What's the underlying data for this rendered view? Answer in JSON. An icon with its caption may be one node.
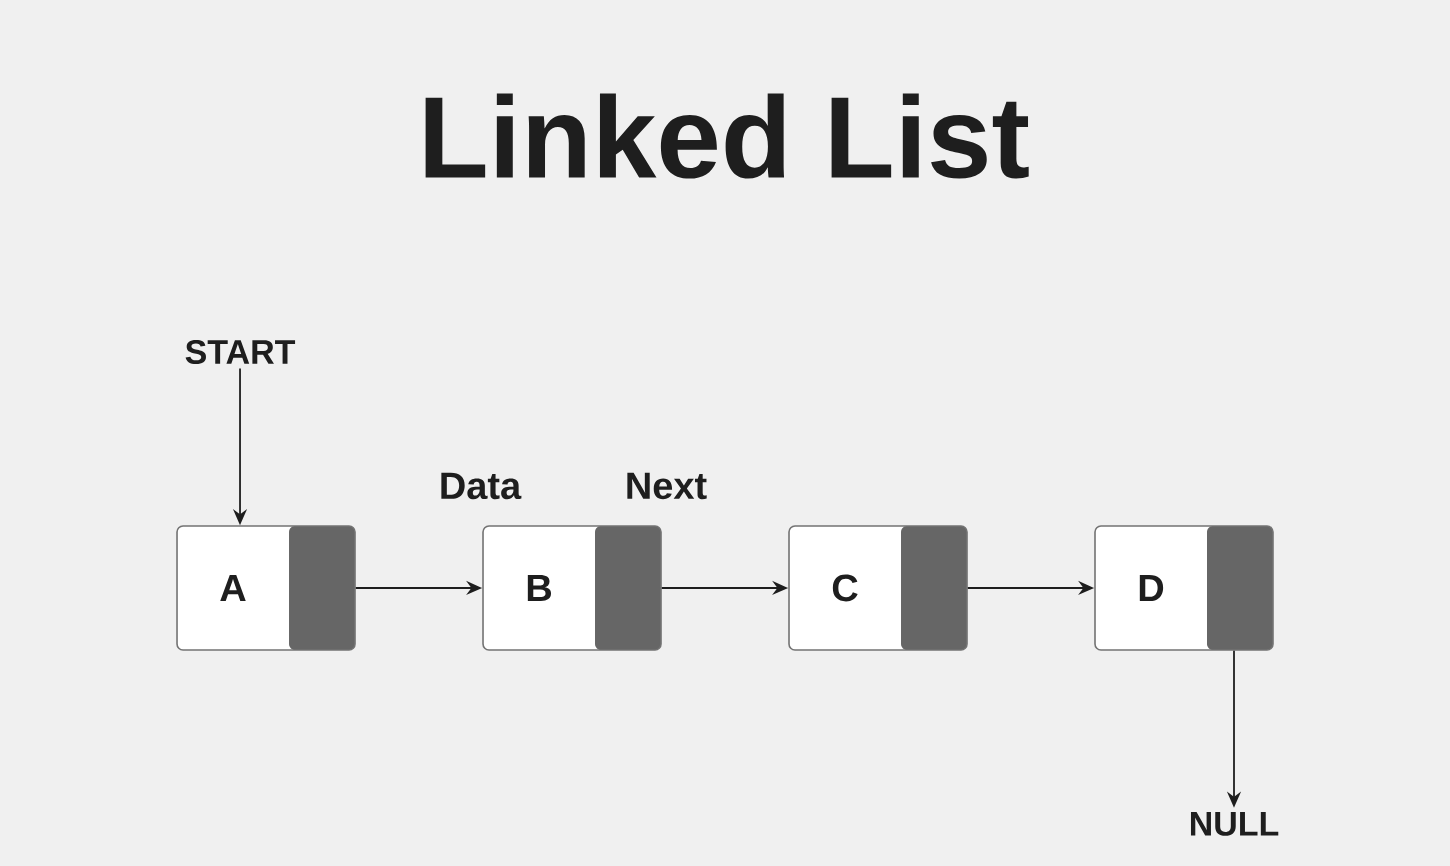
{
  "diagram": {
    "title": "Linked List",
    "nodes": [
      {
        "text": [
          "START"
        ]
      },
      {
        "text": [
          "A"
        ]
      },
      {
        "text": [
          "B"
        ]
      },
      {
        "text": [
          "C"
        ]
      },
      {
        "text": [
          "D"
        ]
      },
      {
        "text": [
          "NULL"
        ]
      }
    ],
    "edges": [
      {
        "from": 0,
        "to": 1,
        "arrow": "to"
      },
      {
        "from": 1,
        "to": 2,
        "arrow": "to"
      },
      {
        "from": 2,
        "to": 3,
        "arrow": "to"
      },
      {
        "from": 3,
        "to": 4,
        "arrow": "to"
      },
      {
        "from": 4,
        "to": 5,
        "arrow": "to"
      }
    ],
    "labels": [
      "Data",
      "Next"
    ]
  }
}
